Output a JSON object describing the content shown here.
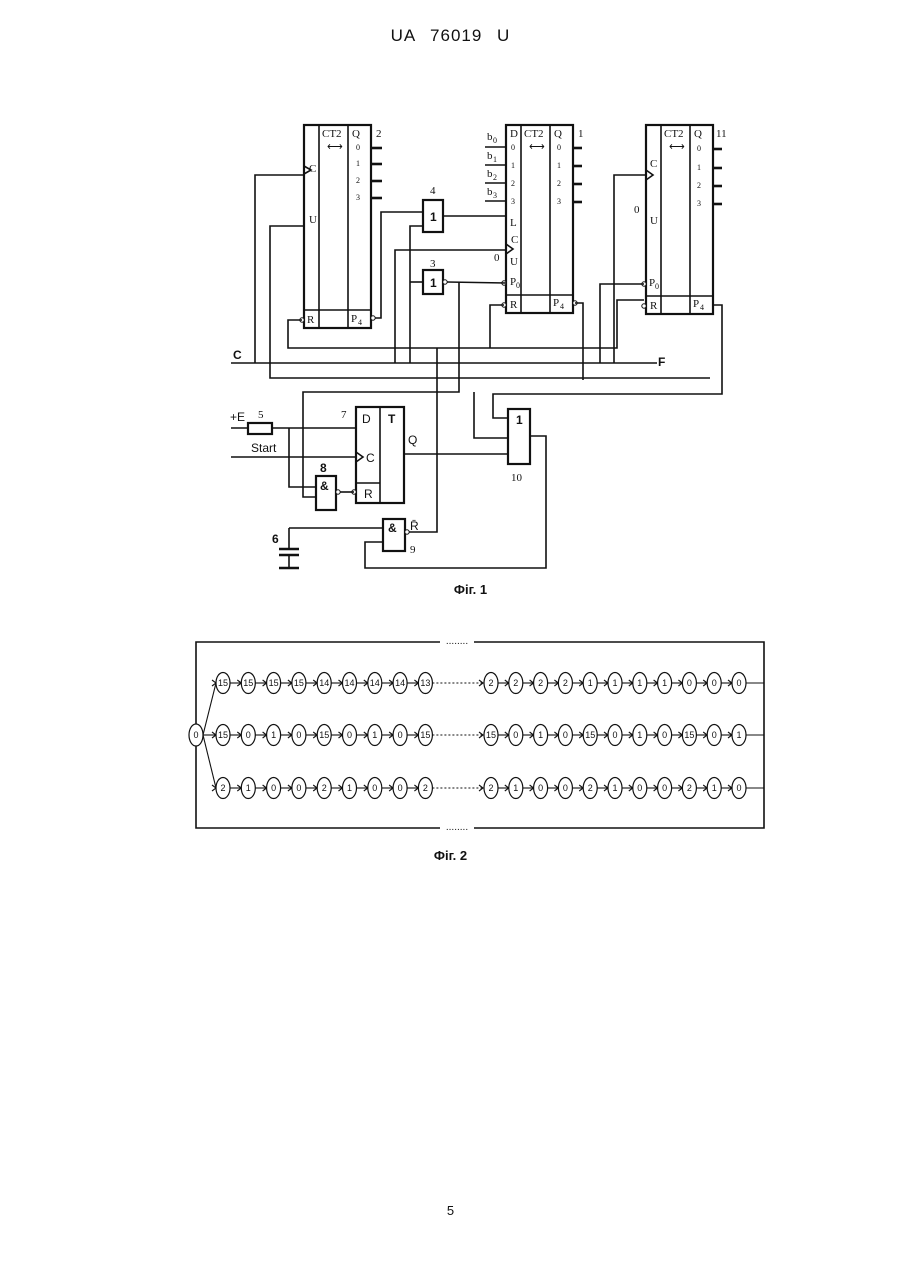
{
  "header": "UA 76019 U",
  "page_number": "5",
  "fig1": {
    "caption": "Фіг. 1",
    "counter2": {
      "number": "2",
      "type": "CT2",
      "arrows": "⟷",
      "out_label": "Q",
      "outs": [
        "0",
        "1",
        "2",
        "3"
      ],
      "in_c": "C",
      "in_u": "U",
      "in_r": "R",
      "out_p": "P",
      "p_sub": "4"
    },
    "counter1": {
      "number": "1",
      "type": "CT2",
      "arrows": "⟷",
      "d_label": "D",
      "out_label": "Q",
      "d_ins": [
        "0",
        "1",
        "2",
        "3"
      ],
      "outs": [
        "0",
        "1",
        "2",
        "3"
      ],
      "b_labels": [
        "b",
        "b",
        "b",
        "b"
      ],
      "b_subs": [
        "0",
        "1",
        "2",
        "3"
      ],
      "in_l": "L",
      "in_c": "C",
      "in_u": "U",
      "zero": "0",
      "in_p": "P",
      "p0_sub": "0",
      "in_r": "R",
      "out_p": "P",
      "p_sub": "4"
    },
    "counter11": {
      "number": "11",
      "type": "CT2",
      "arrows": "⟷",
      "out_label": "Q",
      "outs": [
        "0",
        "1",
        "2",
        "3"
      ],
      "in_c": "C",
      "zero": "0",
      "in_u": "U",
      "in_p": "P",
      "p0_sub": "0",
      "in_r": "R",
      "out_p": "P",
      "p_sub": "4"
    },
    "gate4": {
      "number": "4",
      "symbol": "1"
    },
    "gate3": {
      "number": "3",
      "symbol": "1"
    },
    "gate8": {
      "number": "8",
      "symbol": "&"
    },
    "gate9": {
      "number": "9",
      "symbol": "&",
      "out_label": "R̄"
    },
    "gate10": {
      "number": "10",
      "symbol": "1"
    },
    "trigger7": {
      "number": "7",
      "d": "D",
      "t": "T",
      "c": "C",
      "r": "R",
      "q": "Q"
    },
    "resistor5": {
      "number": "5",
      "supply": "+E"
    },
    "capacitor6": {
      "number": "6"
    },
    "start_label": "Start",
    "bus_c": "C",
    "bus_f": "F"
  },
  "fig2": {
    "caption": "Фіг. 2",
    "start_node": "0",
    "dots": "........",
    "rows": [
      {
        "left": [
          "15",
          "15",
          "15",
          "15",
          "14",
          "14",
          "14",
          "14",
          "13"
        ],
        "right": [
          "2",
          "2",
          "2",
          "2",
          "1",
          "1",
          "1",
          "1",
          "0",
          "0",
          "0"
        ]
      },
      {
        "left": [
          "15",
          "0",
          "1",
          "0",
          "15",
          "0",
          "1",
          "0",
          "15"
        ],
        "right": [
          "15",
          "0",
          "1",
          "0",
          "15",
          "0",
          "1",
          "0",
          "15",
          "0",
          "1"
        ]
      },
      {
        "left": [
          "2",
          "1",
          "0",
          "0",
          "2",
          "1",
          "0",
          "0",
          "2"
        ],
        "right": [
          "2",
          "1",
          "0",
          "0",
          "2",
          "1",
          "0",
          "0",
          "2",
          "1",
          "0"
        ]
      }
    ]
  },
  "colors": {
    "ink": "#111111",
    "paper": "#ffffff"
  }
}
